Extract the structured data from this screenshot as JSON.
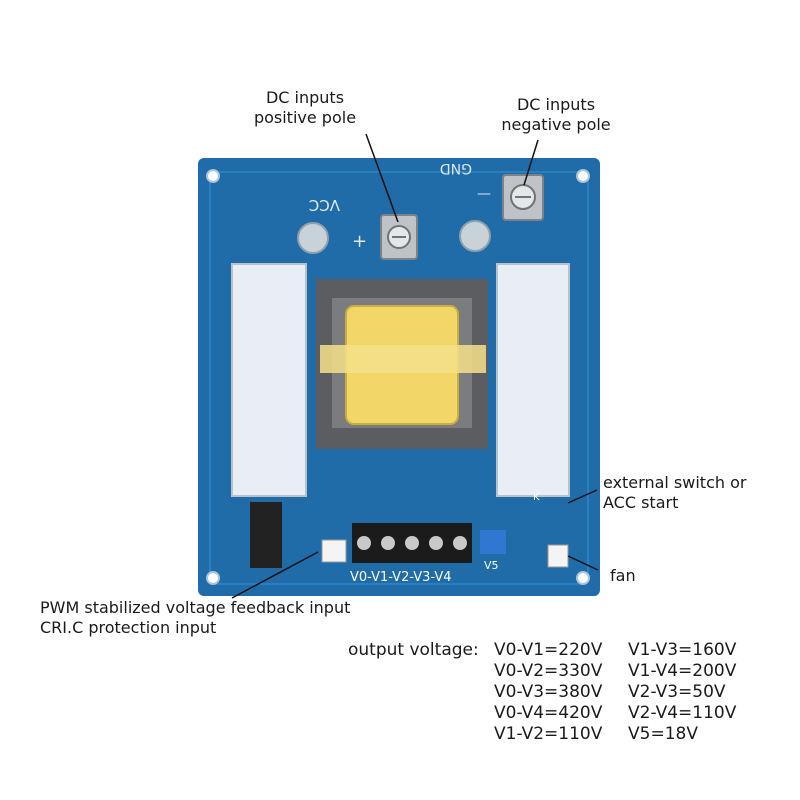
{
  "board": {
    "vcc_label": "VCC",
    "vcc_sign": "+",
    "gnd_label": "GND",
    "gnd_sign": "—",
    "terminal_label": "V0-V1-V2-V3-V4",
    "v5_label": "V5",
    "k_label": "K"
  },
  "annotations": {
    "dc_positive_line1": "DC inputs",
    "dc_positive_line2": "positive pole",
    "dc_negative_line1": "DC inputs",
    "dc_negative_line2": "negative pole",
    "external_switch_line1": "external switch or",
    "external_switch_line2": "ACC start",
    "fan": "fan",
    "pwm_line1": "PWM stabilized voltage feedback input",
    "pwm_line2": "CRI.C protection input"
  },
  "output": {
    "heading": "output voltage:",
    "rows": [
      [
        "V0-V1=220V",
        "V1-V3=160V"
      ],
      [
        "V0-V2=330V",
        "V1-V4=200V"
      ],
      [
        "V0-V3=380V",
        "V2-V3=50V"
      ],
      [
        "V0-V4=420V",
        "V2-V4=110V"
      ],
      [
        "V1-V2=110V",
        "V5=18V"
      ]
    ]
  },
  "colors": {
    "pcb": "#1f6ca8",
    "pcb_dark": "#174f80",
    "heatsink": "#e8eef3",
    "core": "#5b5d60",
    "coil": "#f2d768",
    "terminal": "#1b1b1b",
    "screw": "#c9c9c9"
  }
}
